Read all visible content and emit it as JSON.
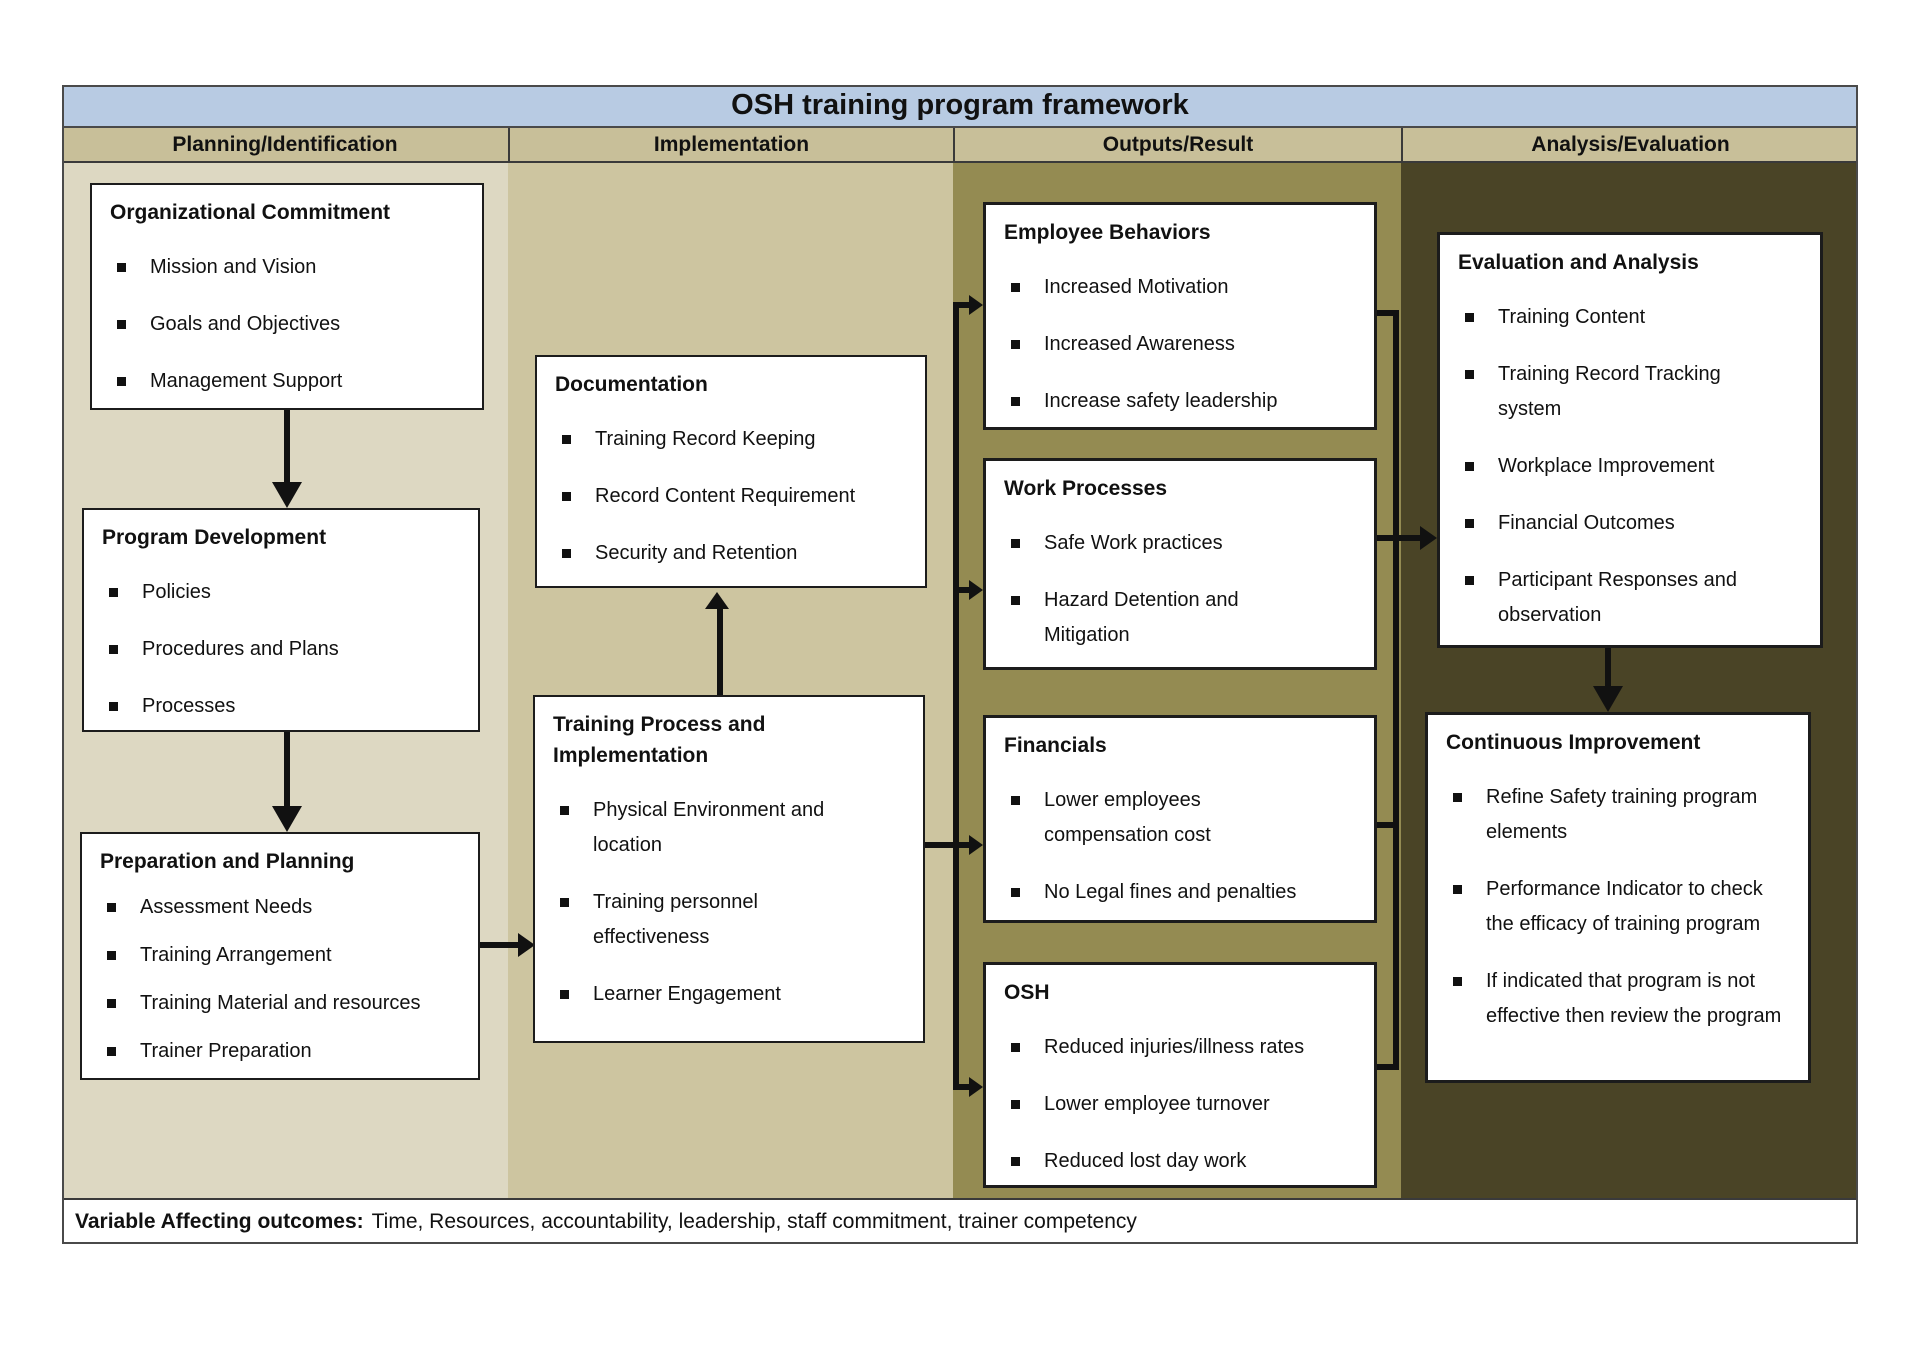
{
  "title": "OSH training program framework",
  "columns": [
    {
      "header": "Planning/Identification",
      "boxes": [
        {
          "title": "Organizational Commitment",
          "items": [
            "Mission and Vision",
            "Goals and Objectives",
            "Management Support"
          ]
        },
        {
          "title": "Program Development",
          "items": [
            "Policies",
            "Procedures and Plans",
            "Processes"
          ]
        },
        {
          "title": "Preparation and Planning",
          "items": [
            "Assessment Needs",
            "Training Arrangement",
            "Training Material and resources",
            "Trainer Preparation"
          ]
        }
      ]
    },
    {
      "header": "Implementation",
      "boxes": [
        {
          "title": "Documentation",
          "items": [
            "Training Record Keeping",
            "Record Content Requirement",
            "Security and Retention"
          ]
        },
        {
          "title": "Training Process and Implementation",
          "items": [
            "Physical Environment and location",
            "Training personnel effectiveness",
            "Learner Engagement"
          ]
        }
      ]
    },
    {
      "header": "Outputs/Result",
      "boxes": [
        {
          "title": "Employee Behaviors",
          "items": [
            "Increased Motivation",
            "Increased Awareness",
            "Increase safety leadership"
          ]
        },
        {
          "title": "Work Processes",
          "items": [
            "Safe Work practices",
            "Hazard Detention and Mitigation"
          ]
        },
        {
          "title": "Financials",
          "items": [
            "Lower employees compensation cost",
            "No Legal fines and penalties"
          ]
        },
        {
          "title": "OSH",
          "items": [
            "Reduced injuries/illness rates",
            "Lower employee turnover",
            "Reduced lost day work"
          ]
        }
      ]
    },
    {
      "header": "Analysis/Evaluation",
      "boxes": [
        {
          "title": "Evaluation and Analysis",
          "items": [
            "Training Content",
            "Training Record Tracking system",
            "Workplace Improvement",
            "Financial Outcomes",
            "Participant Responses and observation"
          ]
        },
        {
          "title": "Continuous Improvement",
          "items": [
            "Refine Safety training program elements",
            "Performance Indicator to check the efficacy of training program",
            "If indicated that program is not effective then review the program"
          ]
        }
      ]
    }
  ],
  "footer": {
    "label": "Variable Affecting outcomes:",
    "text": "Time, Resources, accountability, leadership, staff commitment, trainer competency"
  },
  "colors": {
    "title_bar": "#b8cbe3",
    "header_band": "#c8bf99",
    "col1_bg": "#ddd8c2",
    "col2_bg": "#cdc5a0",
    "col3_bg": "#948b52",
    "col4_bg": "#4a4426",
    "box_bg": "#ffffff",
    "box_border": "#1c1c1c",
    "connector": "#111111"
  }
}
